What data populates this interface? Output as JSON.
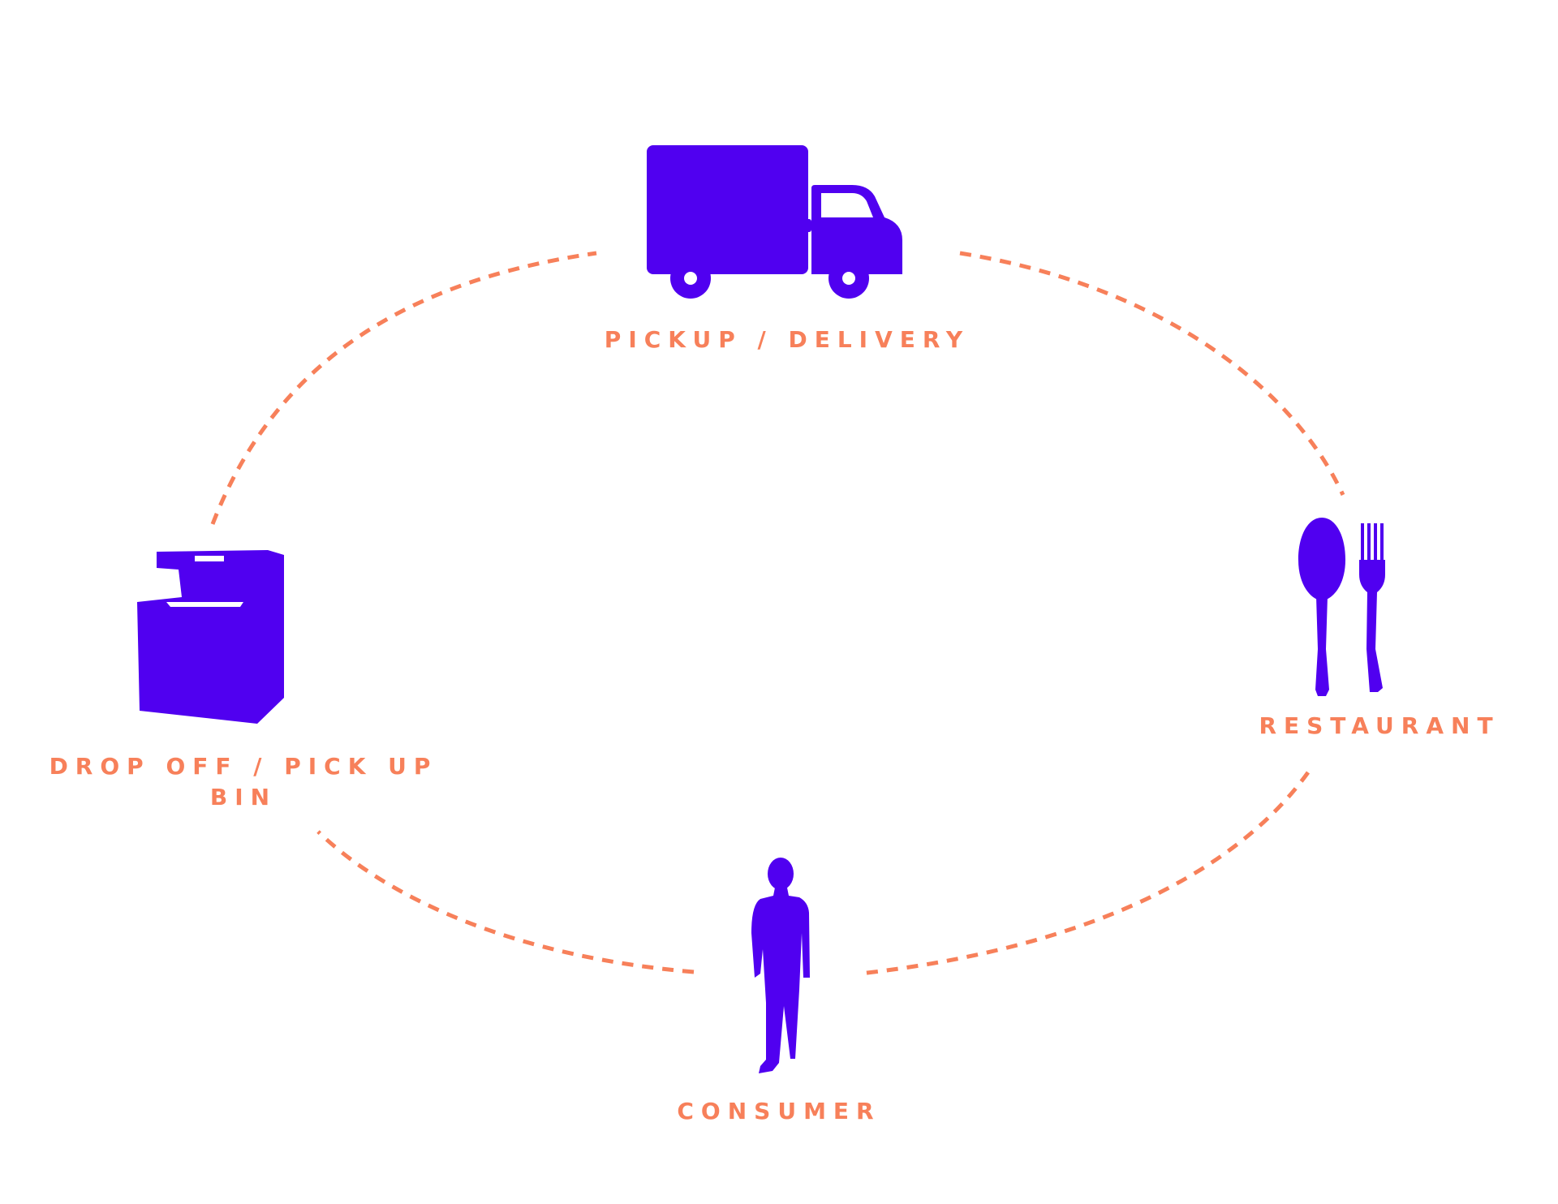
{
  "colors": {
    "icon": "#5000F0",
    "accent": "#F7805A",
    "background": "#FFFFFF"
  },
  "nodes": {
    "pickup": {
      "icon": "delivery-truck-icon",
      "label": "PICKUP / DELIVERY"
    },
    "restaurant": {
      "icon": "spoon-fork-icon",
      "label": "RESTAURANT"
    },
    "bin": {
      "icon": "drop-off-bin-icon",
      "label_line1": "DROP OFF / PICK UP",
      "label_line2": "BIN"
    },
    "consumer": {
      "icon": "person-walking-icon",
      "label": "CONSUMER"
    }
  },
  "connectors": {
    "style": "dashed",
    "count": 4
  }
}
